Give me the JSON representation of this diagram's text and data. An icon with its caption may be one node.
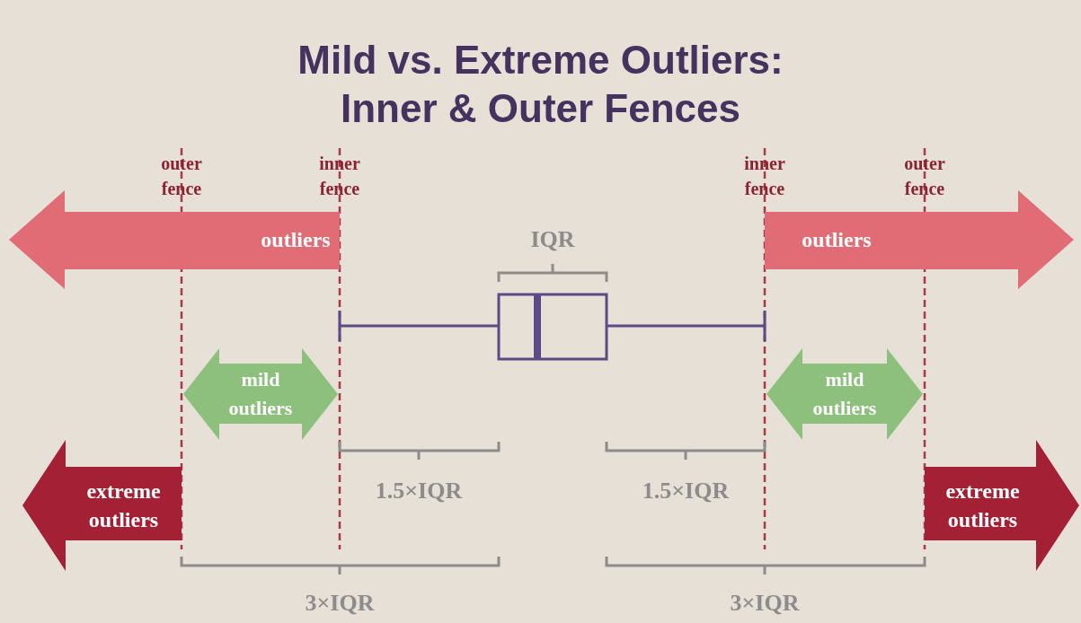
{
  "diagram": {
    "title": "Mild vs. Extreme Outliers: Inner & Outer Fences",
    "nodes": [
      {
        "text": [
          "outliers"
        ]
      },
      {
        "text": [
          "outliers"
        ]
      },
      {
        "text": [
          "mild outliers"
        ]
      },
      {
        "text": [
          "mild outliers"
        ]
      },
      {
        "text": [
          "extreme outliers"
        ]
      },
      {
        "text": [
          "extreme outliers"
        ]
      }
    ],
    "edges": [],
    "labels": [
      "outer fence",
      "inner fence",
      "inner fence",
      "outer fence",
      "IQR",
      "1.5×IQR",
      "1.5×IQR",
      "3×IQR",
      "3×IQR"
    ]
  }
}
